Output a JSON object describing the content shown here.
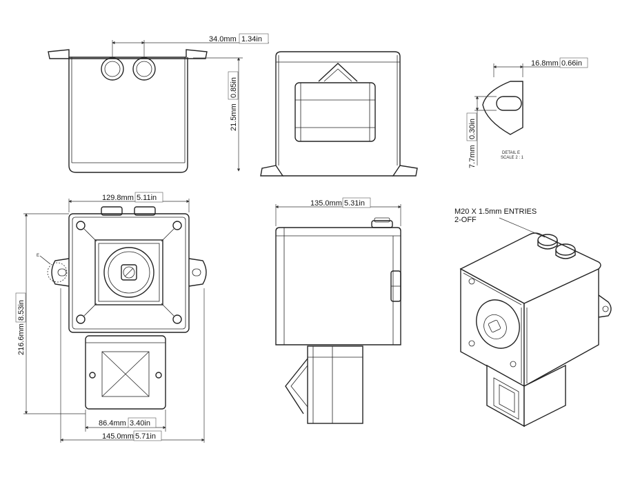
{
  "dimensions": {
    "top_entry_spacing": {
      "mm": "34.0mm",
      "in": "1.34in"
    },
    "top_height": {
      "mm": "21.5mm",
      "in": "0.85in"
    },
    "detail_width": {
      "mm": "16.8mm",
      "in": "0.66in"
    },
    "detail_height": {
      "mm": "7.7mm",
      "in": "0.30in"
    },
    "front_width": {
      "mm": "129.8mm",
      "in": "5.11in"
    },
    "side_width": {
      "mm": "135.0mm",
      "in": "5.31in"
    },
    "overall_height": {
      "mm": "216.6mm",
      "in": "8.53in"
    },
    "sounder_width": {
      "mm": "86.4mm",
      "in": "3.40in"
    },
    "overall_width": {
      "mm": "145.0mm",
      "in": "5.71in"
    }
  },
  "detail": {
    "title": "DETAIL E",
    "scale": "SCALE 2 : 1",
    "marker": "E"
  },
  "callout": {
    "line1": "M20 X 1.5mm ENTRIES",
    "line2": "2-OFF"
  }
}
